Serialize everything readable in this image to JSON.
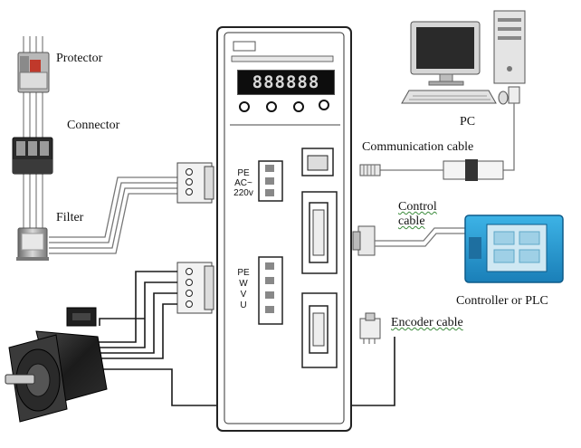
{
  "labels": {
    "protector": "Protector",
    "connector": "Connector",
    "filter": "Filter",
    "pc": "PC",
    "communication_cable": "Communication cable",
    "control_cable_1": "Control",
    "control_cable_2": "cable",
    "controller": "Controller or PLC",
    "encoder_cable": "Encoder cable"
  },
  "driver": {
    "display": "888888",
    "power_terminal": [
      "PE",
      "AC~",
      "220v"
    ],
    "motor_terminal": [
      "PE",
      "W",
      "V",
      "U"
    ]
  }
}
